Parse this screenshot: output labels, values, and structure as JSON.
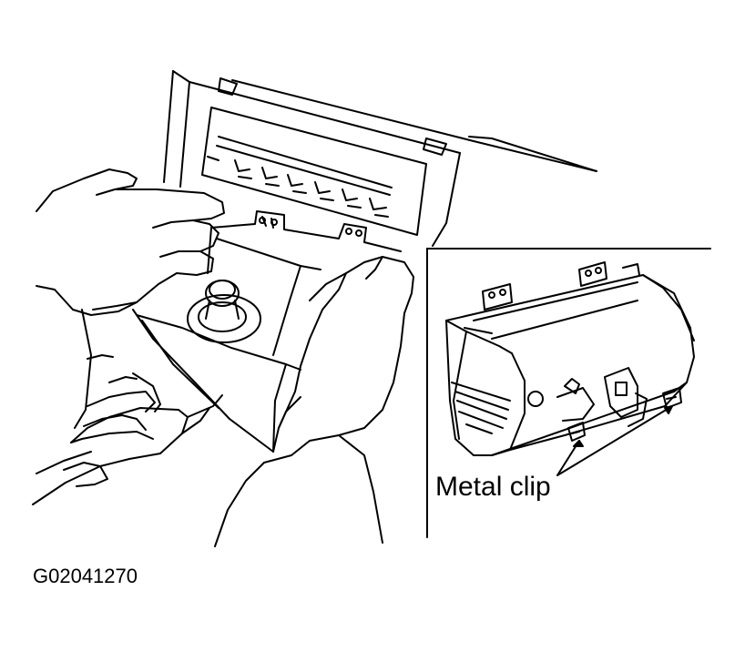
{
  "callout_label": "Metal clip",
  "figure_id": "G02041270",
  "colors": {
    "ink": "#000000",
    "paper": "#ffffff"
  },
  "icons": [
    "hand-left-illustration",
    "hand-right-illustration",
    "shift-knob-illustration",
    "metal-clip-marker"
  ]
}
